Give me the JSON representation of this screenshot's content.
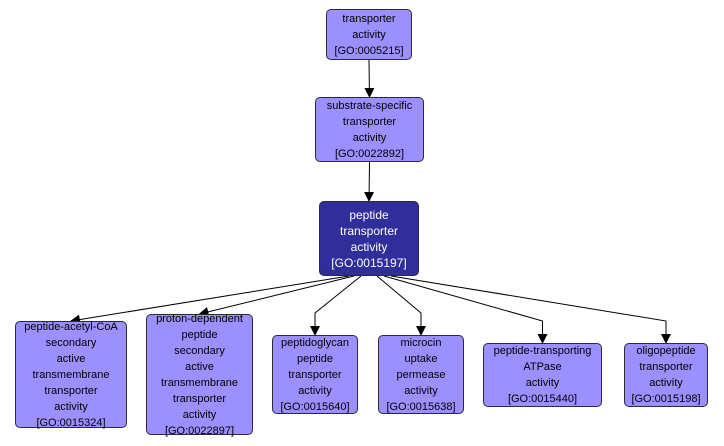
{
  "graph": {
    "type": "GO term hierarchy",
    "colors": {
      "node_fill": "#9c8fff",
      "focus_fill": "#302e9b",
      "focus_text": "#ffffff",
      "edge": "#000000"
    },
    "nodes": {
      "n0005215": {
        "lines": [
          "transporter",
          "activity"
        ],
        "id": "[GO:0005215]"
      },
      "n0022892": {
        "lines": [
          "substrate-specific",
          "transporter",
          "activity"
        ],
        "id": "[GO:0022892]"
      },
      "n0015197": {
        "lines": [
          "peptide",
          "transporter",
          "activity"
        ],
        "id": "[GO:0015197]",
        "focus": true
      },
      "n0015324": {
        "lines": [
          "peptide-acetyl-CoA",
          "secondary",
          "active",
          "transmembrane",
          "transporter",
          "activity"
        ],
        "id": "[GO:0015324]"
      },
      "n0022897": {
        "lines": [
          "proton-dependent",
          "peptide",
          "secondary",
          "active",
          "transmembrane",
          "transporter",
          "activity"
        ],
        "id": "[GO:0022897]"
      },
      "n0015640": {
        "lines": [
          "peptidoglycan",
          "peptide",
          "transporter",
          "activity"
        ],
        "id": "[GO:0015640]"
      },
      "n0015638": {
        "lines": [
          "microcin",
          "uptake",
          "permease",
          "activity"
        ],
        "id": "[GO:0015638]"
      },
      "n0015440": {
        "lines": [
          "peptide-transporting",
          "ATPase",
          "activity"
        ],
        "id": "[GO:0015440]"
      },
      "n0015198": {
        "lines": [
          "oligopeptide",
          "transporter",
          "activity"
        ],
        "id": "[GO:0015198]"
      }
    },
    "edges": [
      {
        "from": "n0005215",
        "to": "n0022892"
      },
      {
        "from": "n0022892",
        "to": "n0015197"
      },
      {
        "from": "n0015197",
        "to": "n0015324"
      },
      {
        "from": "n0015197",
        "to": "n0022897"
      },
      {
        "from": "n0015197",
        "to": "n0015640"
      },
      {
        "from": "n0015197",
        "to": "n0015638"
      },
      {
        "from": "n0015197",
        "to": "n0015440"
      },
      {
        "from": "n0015197",
        "to": "n0015198"
      }
    ]
  }
}
